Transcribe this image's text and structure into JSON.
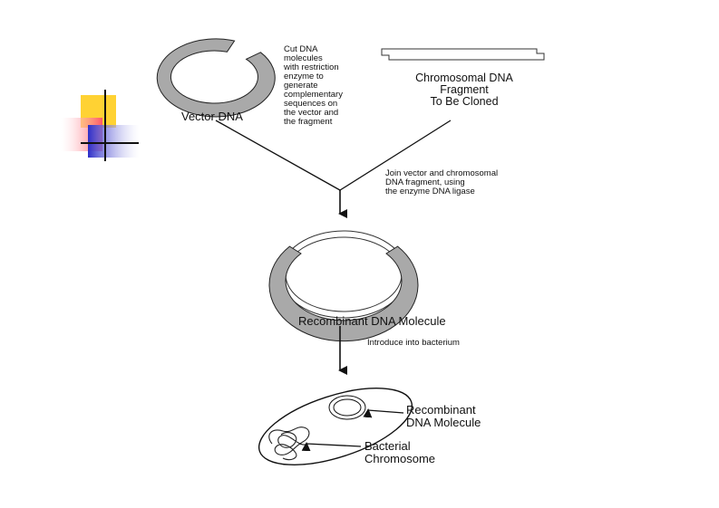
{
  "diagram": {
    "labels": {
      "vector_dna": "Vector DNA",
      "cut_note": "Cut DNA\nmolecules\nwith restriction\nenzyme to\ngenerate\ncomplementary\nsequences on\nthe vector and\nthe fragment",
      "chromosomal_fragment": "Chromosomal DNA\nFragment\nTo Be Cloned",
      "join_note": "Join vector and chromosomal\nDNA fragment, using\nthe enzyme DNA ligase",
      "recombinant_molecule": "Recombinant DNA Molecule",
      "introduce_note": "Introduce into bacterium",
      "cell_recombinant": "Recombinant\nDNA Molecule",
      "cell_chromosome": "Bacterial\nChromosome"
    },
    "colors": {
      "plasmid_fill": "#a9a9a9",
      "line": "#111111",
      "deco_yellow": "#ffd233",
      "deco_red": "#ff6070",
      "deco_blue": "#3a3ad0"
    }
  }
}
